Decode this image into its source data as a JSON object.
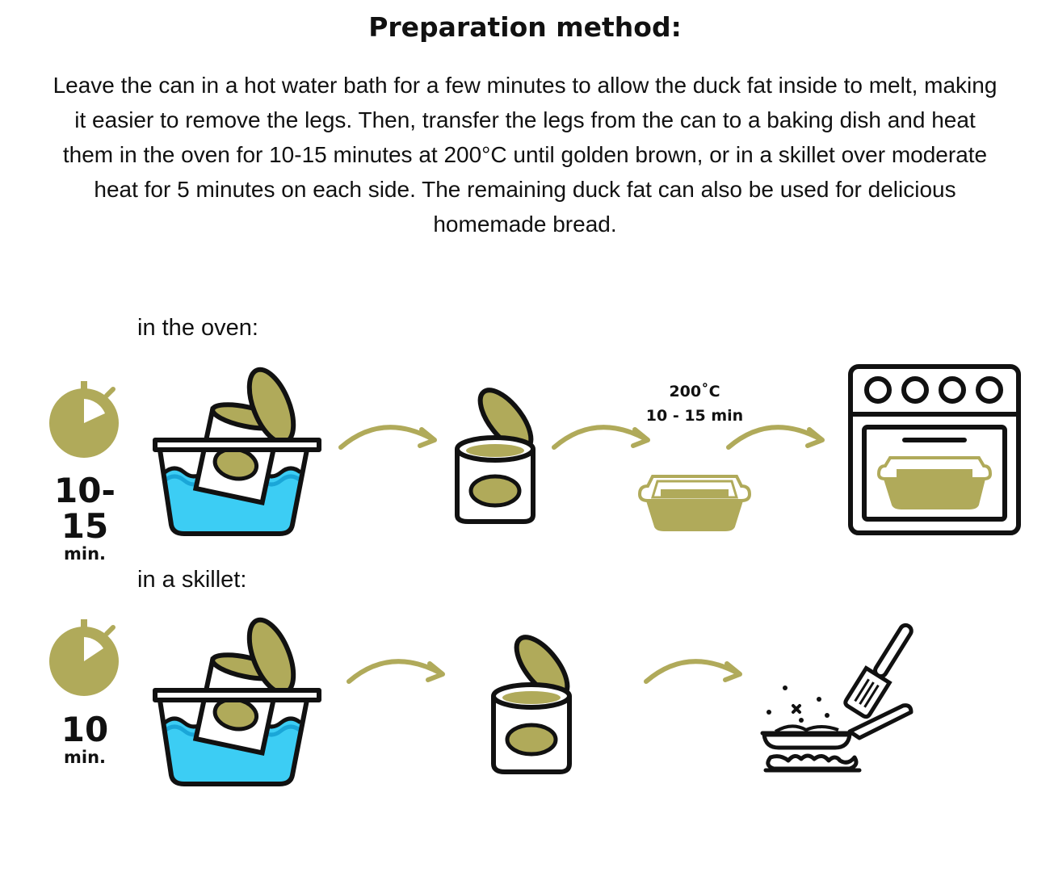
{
  "title": "Preparation method:",
  "description": "Leave the can in a hot water bath for a few minutes to allow the duck fat inside to melt, making it easier to remove the legs. Then, transfer the legs from the can to a baking dish and heat them in the oven for 10-15 minutes at 200°C until golden brown, or in a skillet over moderate heat for 5 minutes on each side. The remaining duck fat can also be used for delicious homemade bread.",
  "oven": {
    "label": "in the oven:",
    "time_value": "10-15",
    "time_unit": "min.",
    "temperature": "200˚C",
    "duration": "10 - 15 min"
  },
  "skillet": {
    "label": "in a skillet:",
    "time_value": "10",
    "time_unit": "min."
  },
  "colors": {
    "olive": "#b0aa5a",
    "water": "#3ccdf4",
    "water_dark": "#1aa6d8",
    "ink": "#111111"
  },
  "icons": [
    "stopwatch-icon",
    "water-bath-can-icon",
    "arrow-icon",
    "open-can-icon",
    "baking-dish-icon",
    "oven-icon",
    "skillet-icon"
  ]
}
